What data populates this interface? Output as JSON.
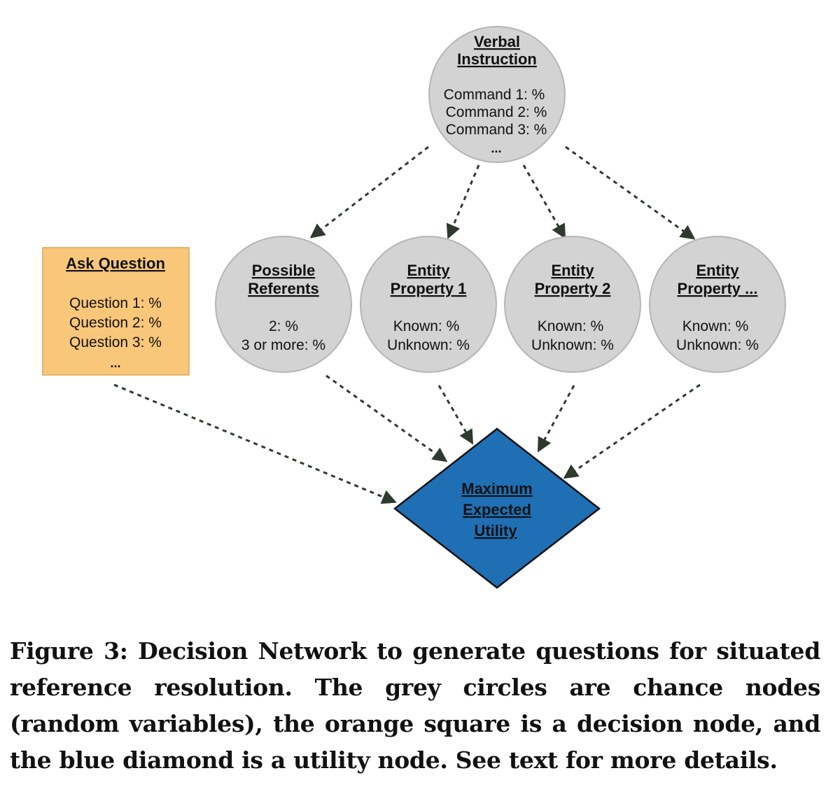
{
  "nodes": {
    "verbal": {
      "title": [
        "Verbal",
        "Instruction"
      ],
      "lines": [
        "Command 1: %",
        "Command 2: %",
        "Command 3: %",
        "..."
      ]
    },
    "possible_referents": {
      "title": [
        "Possible",
        "Referents"
      ],
      "lines": [
        "2: %",
        "3 or more: %"
      ]
    },
    "entity1": {
      "title": [
        "Entity",
        "Property 1"
      ],
      "lines": [
        "Known: %",
        "Unknown: %"
      ]
    },
    "entity2": {
      "title": [
        "Entity",
        "Property 2"
      ],
      "lines": [
        "Known: %",
        "Unknown: %"
      ]
    },
    "entity_more": {
      "title": [
        "Entity",
        "Property ..."
      ],
      "lines": [
        "Known: %",
        "Unknown: %"
      ]
    },
    "ask_question": {
      "title": [
        "Ask Question"
      ],
      "lines": [
        "Question 1: %",
        "Question 2: %",
        "Question 3: %",
        "..."
      ]
    },
    "utility": {
      "title": [
        "Maximum",
        "Expected",
        "Utility"
      ]
    }
  },
  "colors": {
    "chance_node_fill": "#d3d3d3",
    "chance_node_stroke": "#b5b5b5",
    "decision_node_fill": "#f9c77a",
    "decision_node_stroke": "#d9a55a",
    "utility_node_fill": "#1f6fb5",
    "utility_node_stroke": "#111111",
    "edge": "#2f3a2f"
  },
  "caption": "Figure 3: Decision Network to generate questions for situated reference resolution. The grey circles are chance nodes (random variables), the orange square is a decision node, and the blue diamond is a utility node. See text for more details."
}
